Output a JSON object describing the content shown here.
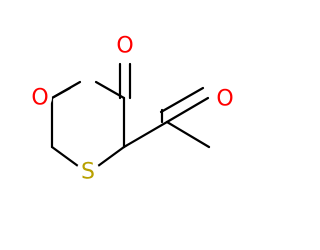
{
  "molecule": {
    "atoms": {
      "ring_oxygen": {
        "label": "O",
        "color": "#ff0000"
      },
      "carbonyl_oxygen": {
        "label": "O",
        "color": "#ff0000"
      },
      "acetyl_oxygen": {
        "label": "O",
        "color": "#ff0000"
      },
      "sulfur": {
        "label": "S",
        "color": "#b8a000"
      }
    },
    "bond_color": "#000000",
    "background": "#ffffff"
  }
}
